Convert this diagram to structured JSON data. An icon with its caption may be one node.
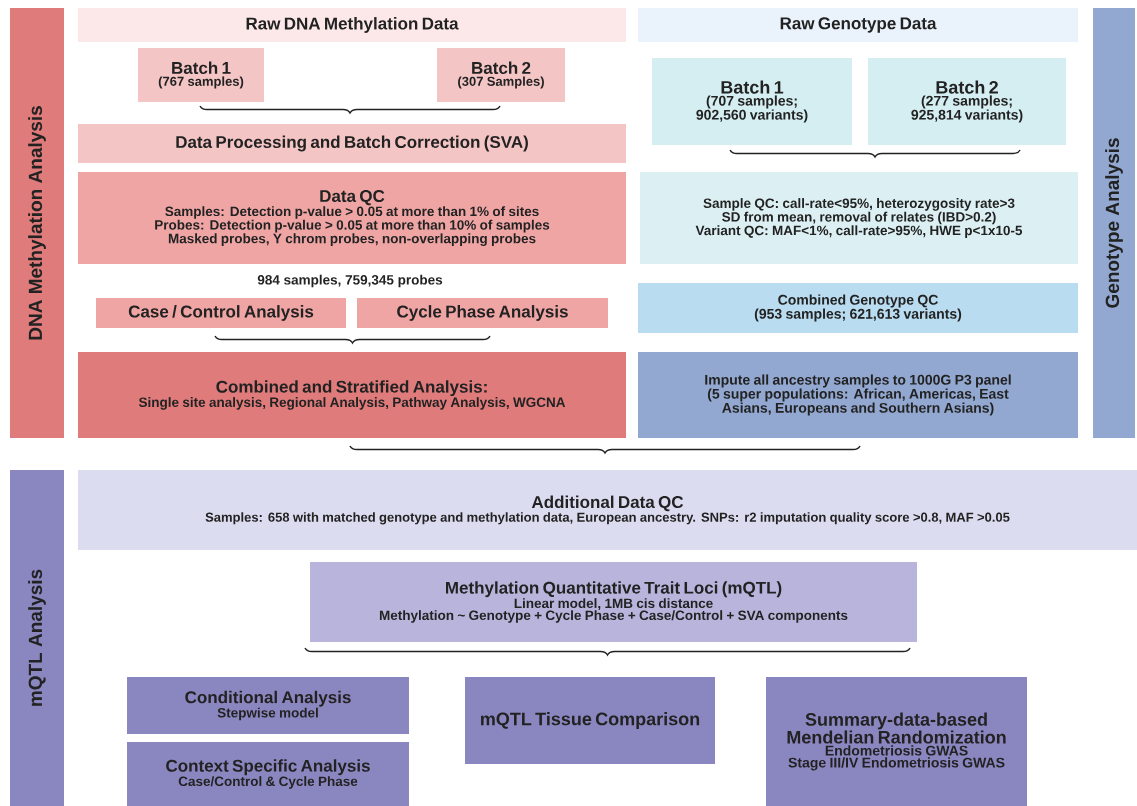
{
  "diagram": {
    "nodes": [
      {
        "text": [
          "DNA Methylation Analysis"
        ]
      },
      {
        "text": [
          "Raw DNA Methylation Data"
        ]
      },
      {
        "text": [
          "Batch 1",
          "(767 samples)"
        ]
      },
      {
        "text": [
          "Batch 2",
          "(307 Samples)"
        ]
      },
      {
        "text": [
          "Data Processing and Batch Correction (SVA)"
        ]
      },
      {
        "text": [
          "Data QC",
          "Samples: Detection p-value > 0.05 at more than 1% of sites",
          "Probes: Detection p-value > 0.05 at more than 10% of samples",
          "Masked probes, Y chrom probes, non-overlapping probes"
        ]
      },
      {
        "text": [
          "Case / Control Analysis"
        ]
      },
      {
        "text": [
          "Cycle Phase Analysis"
        ]
      },
      {
        "text": [
          "Combined and Stratified Analysis:",
          "Single site analysis, Regional Analysis, Pathway Analysis, WGCNA"
        ]
      },
      {
        "text": [
          "Genotype Analysis"
        ]
      },
      {
        "text": [
          "Raw Genotype Data"
        ]
      },
      {
        "text": [
          "Batch 1",
          "(707 samples; 902,560 variants)"
        ]
      },
      {
        "text": [
          "Batch 2",
          "(277 samples; 925,814 variants)"
        ]
      },
      {
        "text": [
          "Sample QC: call-rate<95%, heterozygosity rate>3 SD from mean, removal of relates (IBD>0.2)",
          "Variant QC: MAF<1%, call-rate>95%, HWE p<1x10-5"
        ]
      },
      {
        "text": [
          "Combined Genotype QC",
          "(953 samples; 621,613 variants)"
        ]
      },
      {
        "text": [
          "Impute all ancestry samples to 1000G P3 panel",
          "(5 super populations: African, Americas, East Asians, Europeans and Southern Asians)"
        ]
      },
      {
        "text": [
          "mQTL Analysis"
        ]
      },
      {
        "text": [
          "Additional Data QC",
          "Samples: 658 with matched genotype and methylation data, European ancestry. SNPs: r2 imputation quality score >0.8, MAF >0.05"
        ]
      },
      {
        "text": [
          "Methylation Quantitative Trait Loci (mQTL)",
          "Linear model, 1MB cis distance",
          "Methylation ~ Genotype + Cycle Phase + Case/Control + SVA components"
        ]
      },
      {
        "text": [
          "Conditional Analysis",
          "Stepwise model"
        ]
      },
      {
        "text": [
          "Context Specific Analysis",
          "Case/Control & Cycle Phase"
        ]
      },
      {
        "text": [
          "mQTL Tissue Comparison"
        ]
      },
      {
        "text": [
          "Summary-data-based Mendelian Randomization",
          "Endometriosis GWAS",
          "Stage III/IV Endometriosis GWAS"
        ]
      }
    ],
    "labels": [
      "984 samples, 759,345 probes"
    ]
  }
}
